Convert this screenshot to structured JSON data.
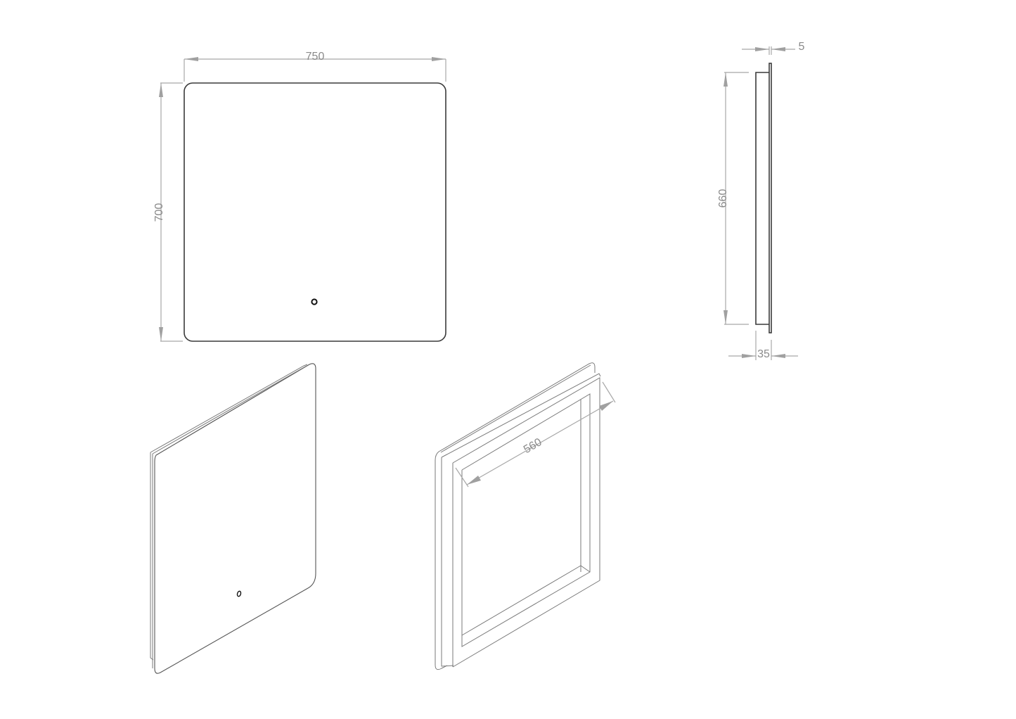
{
  "drawing": {
    "subject": "LED bathroom mirror",
    "views": {
      "front": {
        "width_label": "750",
        "height_label": "700",
        "touch_switch": "circle-button"
      },
      "side": {
        "height_label": "660",
        "glass_thickness_label": "5",
        "depth_label": "35"
      },
      "iso_front": {
        "touch_switch": "circle-button"
      },
      "iso_back": {
        "frame_width_label": "560"
      }
    },
    "colors": {
      "outline": "#3a3a3a",
      "dimension": "#a8a8a8",
      "dimension_text": "#8a8a8a",
      "background": "#ffffff"
    }
  }
}
